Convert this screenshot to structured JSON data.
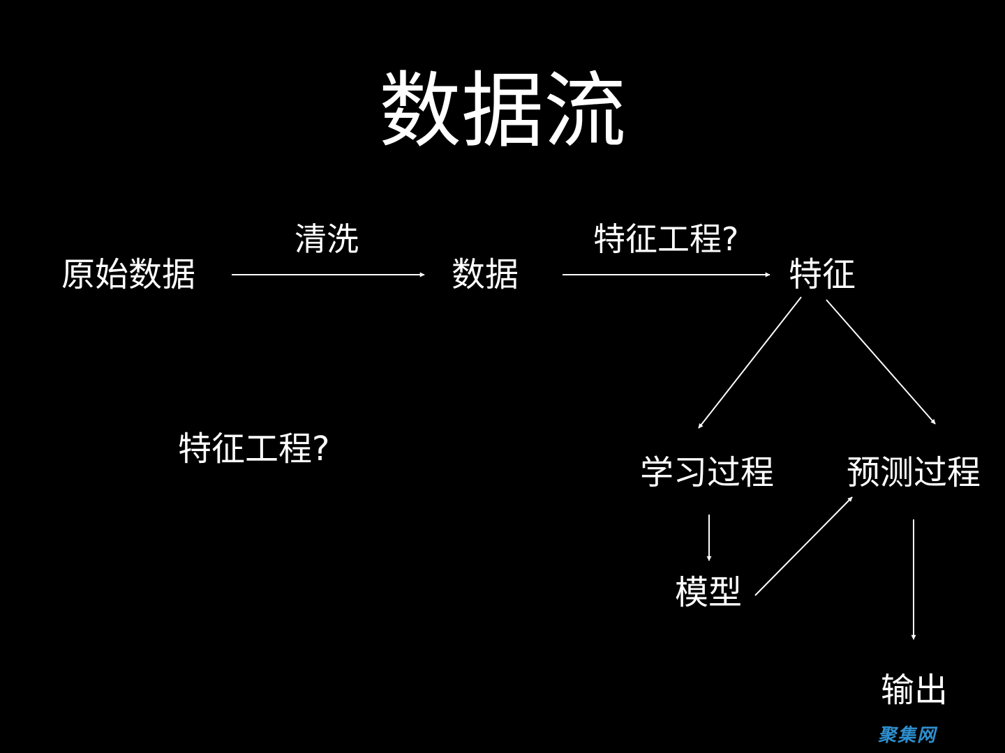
{
  "title": "数据流",
  "nodes": {
    "raw_data": "原始数据",
    "data": "数据",
    "features": "特征",
    "learning_process": "学习过程",
    "prediction_process": "预测过程",
    "model": "模型",
    "output": "输出",
    "feature_engineering_note": "特征工程?"
  },
  "edge_labels": {
    "cleaning": "清洗",
    "feature_engineering": "特征工程?"
  },
  "watermark": "聚集网",
  "colors": {
    "background": "#000000",
    "foreground": "#ffffff",
    "watermark": "#2e8fcf"
  }
}
